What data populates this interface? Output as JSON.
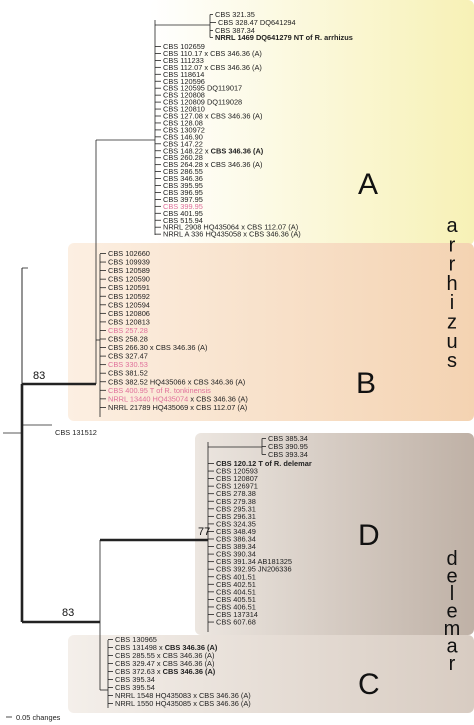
{
  "clade_labels": {
    "A": "A",
    "B": "B",
    "C": "C",
    "D": "D"
  },
  "species_words": {
    "arrhizus": "arrhizus",
    "delemar": "delemar"
  },
  "support_values": [
    "83",
    "83",
    "77"
  ],
  "scale_label": "0.05 changes",
  "outlier_taxon": "CBS 131512",
  "colors": {
    "clade_A": "#faf6c6",
    "clade_B": "#f6dcc0",
    "clade_D": "#cfc4bb",
    "clade_C": "#e6ddd5",
    "type_strain_pink": "#e0709a",
    "branch": "#222222"
  },
  "clade_A_taxa": [
    {
      "text": "CBS 321.35",
      "style": "normal"
    },
    {
      "text": "CBS 328.47 DQ641294",
      "style": "normal"
    },
    {
      "text": "CBS 387.34",
      "style": "normal"
    },
    {
      "text": "NRRL 1469 DQ641279 NT of R. arrhizus",
      "style": "bold"
    },
    {
      "text": "CBS 102659",
      "style": "normal"
    },
    {
      "text": "CBS 110.17 x CBS 346.36 (A)",
      "style": "normal"
    },
    {
      "text": "CBS 111233",
      "style": "normal"
    },
    {
      "text": "CBS 112.07 x CBS 346.36 (A)",
      "style": "normal"
    },
    {
      "text": "CBS 118614",
      "style": "normal"
    },
    {
      "text": "CBS 120596",
      "style": "normal"
    },
    {
      "text": "CBS 120595 DQ119017",
      "style": "normal"
    },
    {
      "text": "CBS 120808",
      "style": "normal"
    },
    {
      "text": "CBS 120809 DQ119028",
      "style": "normal"
    },
    {
      "text": "CBS 120810",
      "style": "normal"
    },
    {
      "text": "CBS 127.08 x CBS 346.36 (A)",
      "style": "normal"
    },
    {
      "text": "CBS 128.08",
      "style": "normal"
    },
    {
      "text": "CBS 130972",
      "style": "normal"
    },
    {
      "text": "CBS 146.90",
      "style": "normal"
    },
    {
      "text": "CBS 147.22",
      "style": "normal"
    },
    {
      "text": "CBS 148.22 x CBS 346.36 (A)",
      "style": "mixed",
      "pre": "CBS 148.22 x ",
      "bold": "CBS 346.36 (A)"
    },
    {
      "text": "CBS 260.28",
      "style": "normal"
    },
    {
      "text": "CBS 264.28 x CBS 346.36 (A)",
      "style": "normal"
    },
    {
      "text": "CBS 286.55",
      "style": "normal"
    },
    {
      "text": "CBS 346.36",
      "style": "normal"
    },
    {
      "text": "CBS 395.95",
      "style": "normal"
    },
    {
      "text": "CBS 396.95",
      "style": "normal"
    },
    {
      "text": "CBS 397.95",
      "style": "normal"
    },
    {
      "text": "CBS 399.95",
      "style": "pink"
    },
    {
      "text": "CBS 401.95",
      "style": "normal"
    },
    {
      "text": "CBS 515.94",
      "style": "normal"
    },
    {
      "text": "NRRL 2908 HQ435064 x CBS 112.07 (A)",
      "style": "normal"
    },
    {
      "text": "NRRL A 336 HQ435058 x CBS 346.36 (A)",
      "style": "normal"
    }
  ],
  "clade_B_taxa": [
    {
      "text": "CBS 102660",
      "style": "normal"
    },
    {
      "text": "CBS 109939",
      "style": "normal"
    },
    {
      "text": "CBS 120589",
      "style": "normal"
    },
    {
      "text": "CBS 120590",
      "style": "normal"
    },
    {
      "text": "CBS 120591",
      "style": "normal"
    },
    {
      "text": "CBS 120592",
      "style": "normal"
    },
    {
      "text": "CBS 120594",
      "style": "normal"
    },
    {
      "text": "CBS 120806",
      "style": "normal"
    },
    {
      "text": "CBS 120813",
      "style": "normal"
    },
    {
      "text": "CBS 257.28",
      "style": "pink"
    },
    {
      "text": "CBS 258.28",
      "style": "normal"
    },
    {
      "text": "CBS 266.30 x CBS 346.36 (A)",
      "style": "normal"
    },
    {
      "text": "CBS 327.47",
      "style": "normal"
    },
    {
      "text": "CBS 330.53",
      "style": "pink"
    },
    {
      "text": "CBS 381.52",
      "style": "normal"
    },
    {
      "text": "CBS 382.52 HQ435066 x CBS 346.36 (A)",
      "style": "normal"
    },
    {
      "text": "CBS 400.95 T of R. tonkinensis",
      "style": "pink"
    },
    {
      "text": "NRRL 13440 HQ435074 x CBS 346.36 (A)",
      "style": "pinkmix",
      "pre": "NRRL 13440 HQ435074",
      "rest": " x CBS 346.36 (A)"
    },
    {
      "text": "NRRL 21789 HQ435069 x CBS 112.07 (A)",
      "style": "normal"
    }
  ],
  "clade_D_taxa": [
    {
      "text": "CBS 385.34",
      "style": "normal"
    },
    {
      "text": "CBS 390.95",
      "style": "normal"
    },
    {
      "text": "CBS 393.34",
      "style": "normal"
    },
    {
      "text": "CBS 120.12 T of R. delemar",
      "style": "bold"
    },
    {
      "text": "CBS 120593",
      "style": "normal"
    },
    {
      "text": "CBS 120807",
      "style": "normal"
    },
    {
      "text": "CBS 126971",
      "style": "normal"
    },
    {
      "text": "CBS 278.38",
      "style": "normal"
    },
    {
      "text": "CBS 279.38",
      "style": "normal"
    },
    {
      "text": "CBS 295.31",
      "style": "normal"
    },
    {
      "text": "CBS 296.31",
      "style": "normal"
    },
    {
      "text": "CBS 324.35",
      "style": "normal"
    },
    {
      "text": "CBS 348.49",
      "style": "normal"
    },
    {
      "text": "CBS 386.34",
      "style": "normal"
    },
    {
      "text": "CBS 389.34",
      "style": "normal"
    },
    {
      "text": "CBS 390.34",
      "style": "normal"
    },
    {
      "text": "CBS 391.34 AB181325",
      "style": "normal"
    },
    {
      "text": "CBS 392.95 JN206336",
      "style": "normal"
    },
    {
      "text": "CBS 401.51",
      "style": "normal"
    },
    {
      "text": "CBS 402.51",
      "style": "normal"
    },
    {
      "text": "CBS 404.51",
      "style": "normal"
    },
    {
      "text": "CBS 405.51",
      "style": "normal"
    },
    {
      "text": "CBS 406.51",
      "style": "normal"
    },
    {
      "text": "CBS 137314",
      "style": "normal"
    },
    {
      "text": "CBS 607.68",
      "style": "normal"
    }
  ],
  "clade_C_taxa": [
    {
      "text": "CBS 130965",
      "style": "normal"
    },
    {
      "text": "CBS 131498 x CBS 346.36 (A)",
      "style": "mixed",
      "pre": "CBS 131498 x ",
      "bold": "CBS 346.36 (A)"
    },
    {
      "text": "CBS 285.55 x CBS 346.36 (A)",
      "style": "normal"
    },
    {
      "text": "CBS 329.47 x CBS 346.36 (A)",
      "style": "normal"
    },
    {
      "text": "CBS 372.63 x CBS 346.36 (A)",
      "style": "mixed",
      "pre": "CBS 372.63 x ",
      "bold": "CBS 346.36 (A)"
    },
    {
      "text": "CBS 395.34",
      "style": "normal"
    },
    {
      "text": "CBS 395.54",
      "style": "normal"
    },
    {
      "text": "NRRL 1548 HQ435083 x CBS 346.36 (A)",
      "style": "normal"
    },
    {
      "text": "NRRL 1550 HQ435085 x CBS 346.36 (A)",
      "style": "normal"
    }
  ]
}
